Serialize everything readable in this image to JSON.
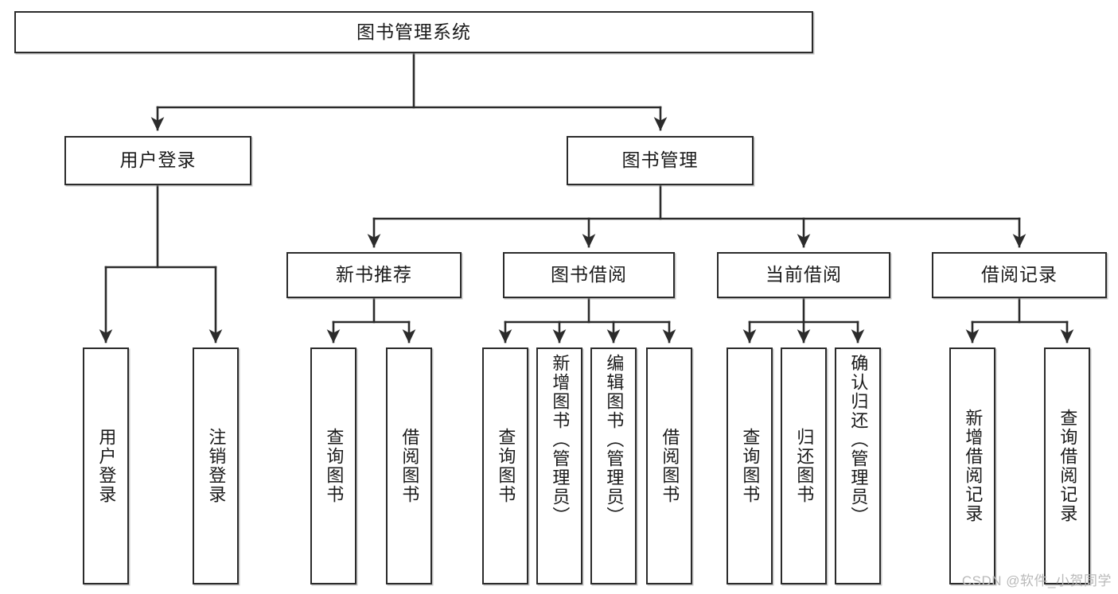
{
  "diagram": {
    "title": "图书管理系统",
    "watermark": "CSDN @软件_小贺同学",
    "colors": {
      "stroke": "#2b2b2b",
      "fill": "#ffffff",
      "text": "#1a1a1a",
      "watermark": "#b9b9b9"
    },
    "root": {
      "label": "图书管理系统"
    },
    "level2": [
      {
        "label": "用户登录"
      },
      {
        "label": "图书管理"
      }
    ],
    "level3": [
      {
        "label": "新书推荐"
      },
      {
        "label": "图书借阅"
      },
      {
        "label": "当前借阅"
      },
      {
        "label": "借阅记录"
      }
    ],
    "leaves": {
      "user_login": [
        {
          "label": "用户登录"
        },
        {
          "label": "注销登录"
        }
      ],
      "new_book_recommend": [
        {
          "label": "查询图书"
        },
        {
          "label": "借阅图书"
        }
      ],
      "book_borrow": [
        {
          "label": "查询图书"
        },
        {
          "label": "新增图书（管理员）"
        },
        {
          "label": "编辑图书（管理员）"
        },
        {
          "label": "借阅图书"
        }
      ],
      "current_borrow": [
        {
          "label": "查询图书"
        },
        {
          "label": "归还图书"
        },
        {
          "label": "确认归还（管理员）"
        }
      ],
      "borrow_record": [
        {
          "label": "新增借阅记录"
        },
        {
          "label": "查询借阅记录"
        }
      ]
    }
  }
}
